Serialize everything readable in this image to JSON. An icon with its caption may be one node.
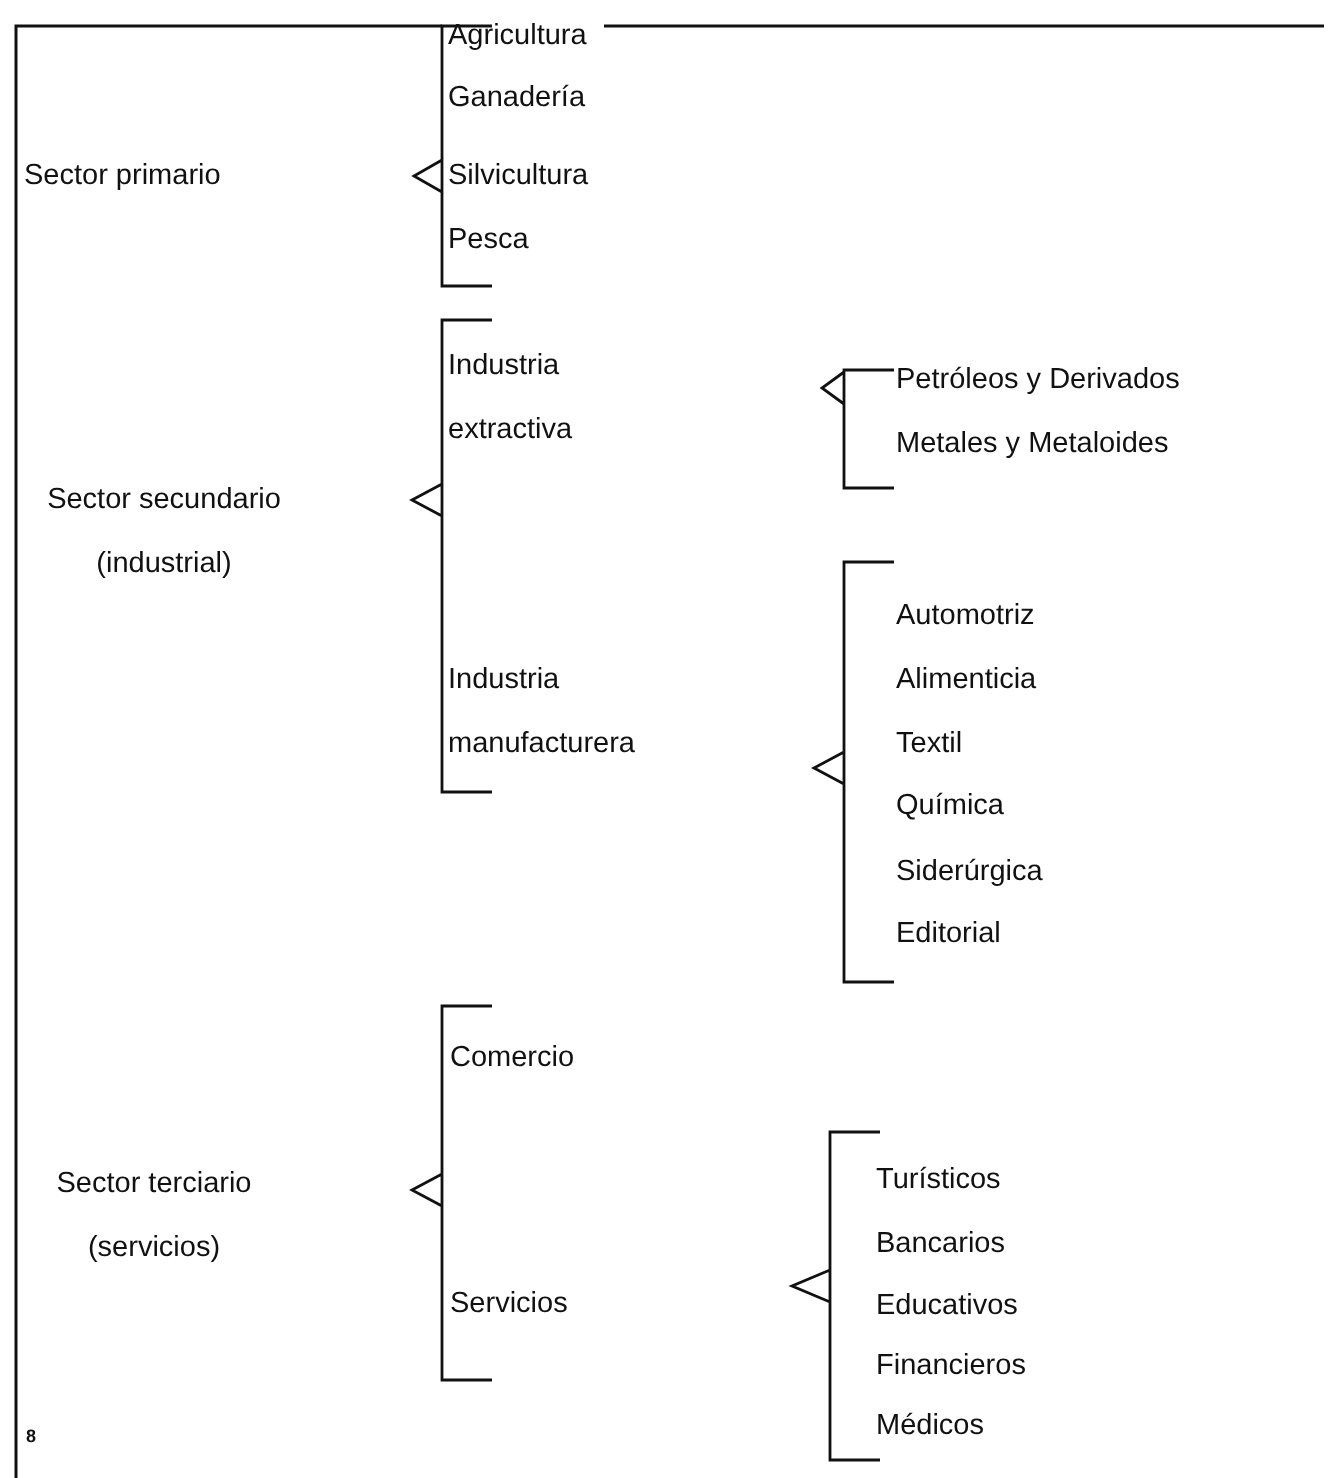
{
  "diagram": {
    "labels": [
      "Agricultura",
      "Sector primario",
      "Ganadería",
      "Silvicultura",
      "Pesca",
      "Industria extractiva",
      "Petróleos y Derivados",
      "Metales y Metaloides",
      "Sector secundario (industrial)",
      "Automotriz",
      "Alimenticia",
      "Industria manufacturera",
      "Textil",
      "Química",
      "Siderúrgica",
      "Editorial",
      "Comercio",
      "Sector terciario (servicios)",
      "Turísticos",
      "Bancarios",
      "Servicios",
      "Educativos",
      "Financieros",
      "Médicos",
      "8"
    ]
  }
}
